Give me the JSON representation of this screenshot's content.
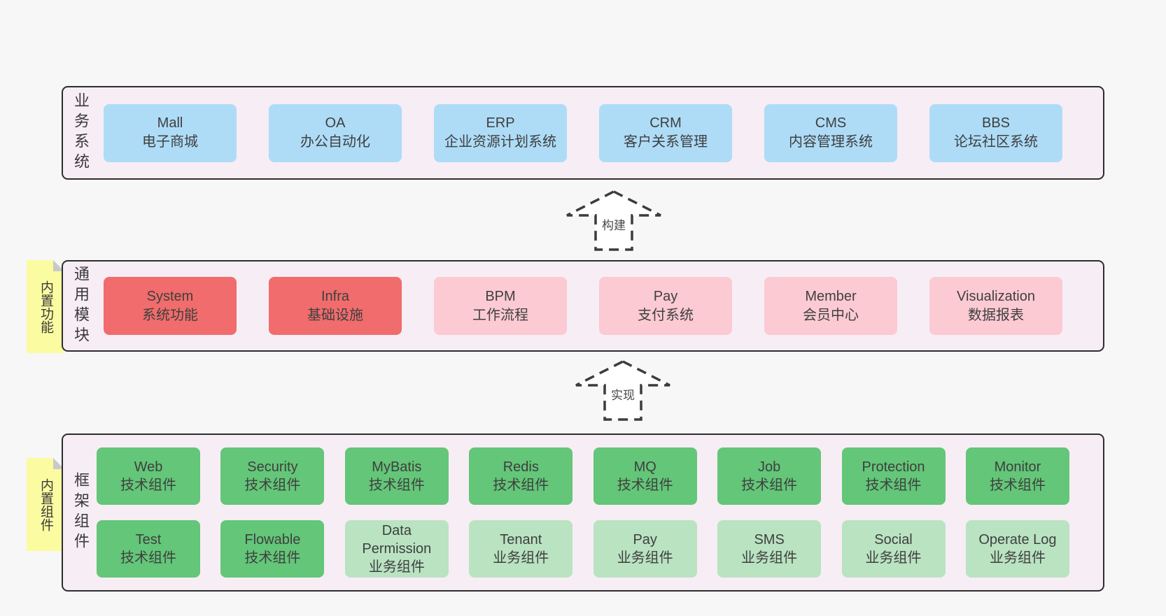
{
  "colors": {
    "page_bg": "#f7f7f7",
    "band_bg": "#f7edf5",
    "band_border": "#2d2d2d",
    "blue_box": "#aedcf7",
    "red_box": "#f16c6c",
    "pink_box": "#fccad3",
    "green_box": "#63c678",
    "light_green_box": "#b9e3c1",
    "sticky_yellow": "#fbfba1",
    "sticky_fold": "#c9c9c9",
    "text": "#3e3e3e"
  },
  "bands": [
    {
      "label": "业务系统",
      "boxes": [
        {
          "name": "Mall",
          "desc": "电子商城"
        },
        {
          "name": "OA",
          "desc": "办公自动化"
        },
        {
          "name": "ERP",
          "desc": "企业资源计划系统"
        },
        {
          "name": "CRM",
          "desc": "客户关系管理"
        },
        {
          "name": "CMS",
          "desc": "内容管理系统"
        },
        {
          "name": "BBS",
          "desc": "论坛社区系统"
        }
      ]
    },
    {
      "label": "通用模块",
      "sticky": "内置功能",
      "boxes": [
        {
          "name": "System",
          "desc": "系统功能"
        },
        {
          "name": "Infra",
          "desc": "基础设施"
        },
        {
          "name": "BPM",
          "desc": "工作流程"
        },
        {
          "name": "Pay",
          "desc": "支付系统"
        },
        {
          "name": "Member",
          "desc": "会员中心"
        },
        {
          "name": "Visualization",
          "desc": "数据报表"
        }
      ]
    },
    {
      "label": "框架组件",
      "sticky": "内置组件",
      "rows": [
        [
          {
            "name": "Web",
            "desc": "技术组件"
          },
          {
            "name": "Security",
            "desc": "技术组件"
          },
          {
            "name": "MyBatis",
            "desc": "技术组件"
          },
          {
            "name": "Redis",
            "desc": "技术组件"
          },
          {
            "name": "MQ",
            "desc": "技术组件"
          },
          {
            "name": "Job",
            "desc": "技术组件"
          },
          {
            "name": "Protection",
            "desc": "技术组件"
          },
          {
            "name": "Monitor",
            "desc": "技术组件"
          }
        ],
        [
          {
            "name": "Test",
            "desc": "技术组件"
          },
          {
            "name": "Flowable",
            "desc": "技术组件"
          },
          {
            "name": "Data Permission",
            "desc": "业务组件"
          },
          {
            "name": "Tenant",
            "desc": "业务组件"
          },
          {
            "name": "Pay",
            "desc": "业务组件"
          },
          {
            "name": "SMS",
            "desc": "业务组件"
          },
          {
            "name": "Social",
            "desc": "业务组件"
          },
          {
            "name": "Operate Log",
            "desc": "业务组件"
          }
        ]
      ]
    }
  ],
  "arrows": [
    {
      "label": "构建"
    },
    {
      "label": "实现"
    }
  ]
}
